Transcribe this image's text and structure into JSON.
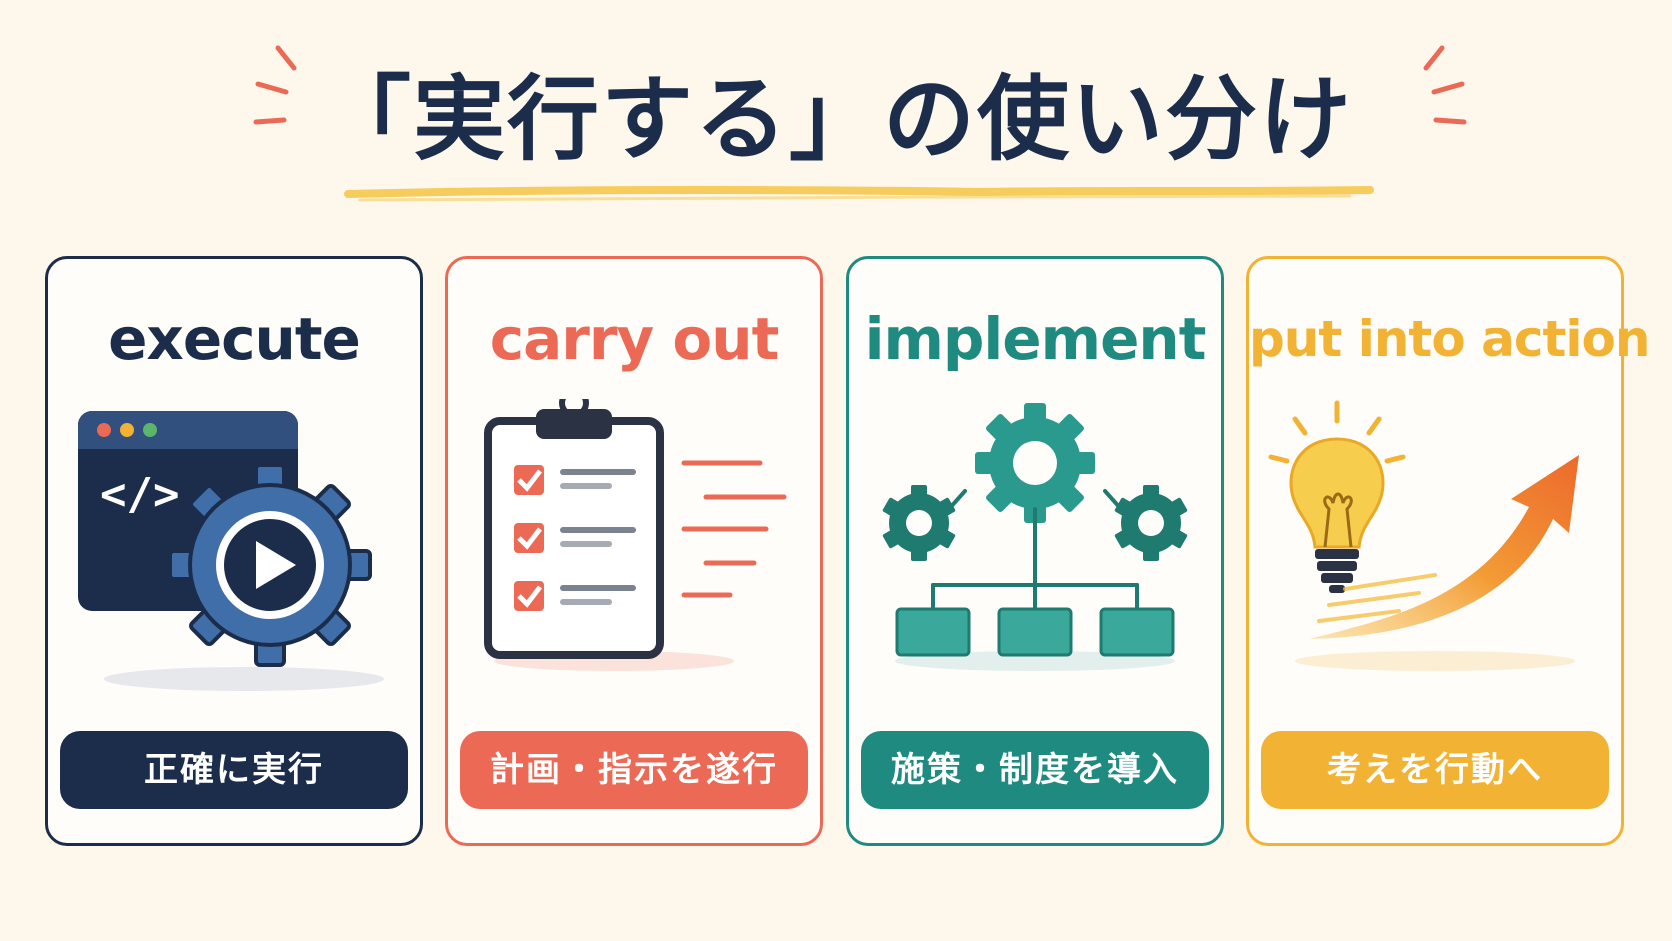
{
  "title": "「実行する」の使い分け",
  "colors": {
    "navy": "#1b2d4b",
    "coral": "#ec6a55",
    "teal": "#1f8a80",
    "amber": "#f2b233",
    "background": "#fdf7ec"
  },
  "cards": [
    {
      "heading": "execute",
      "label": "正確に実行",
      "icon": "code-window-gear-play-icon"
    },
    {
      "heading": "carry out",
      "label": "計画・指示を遂行",
      "icon": "clipboard-checklist-icon"
    },
    {
      "heading": "implement",
      "label": "施策・制度を導入",
      "icon": "gears-hierarchy-icon"
    },
    {
      "heading": "put into action",
      "label": "考えを行動へ",
      "icon": "lightbulb-arrow-icon"
    }
  ]
}
